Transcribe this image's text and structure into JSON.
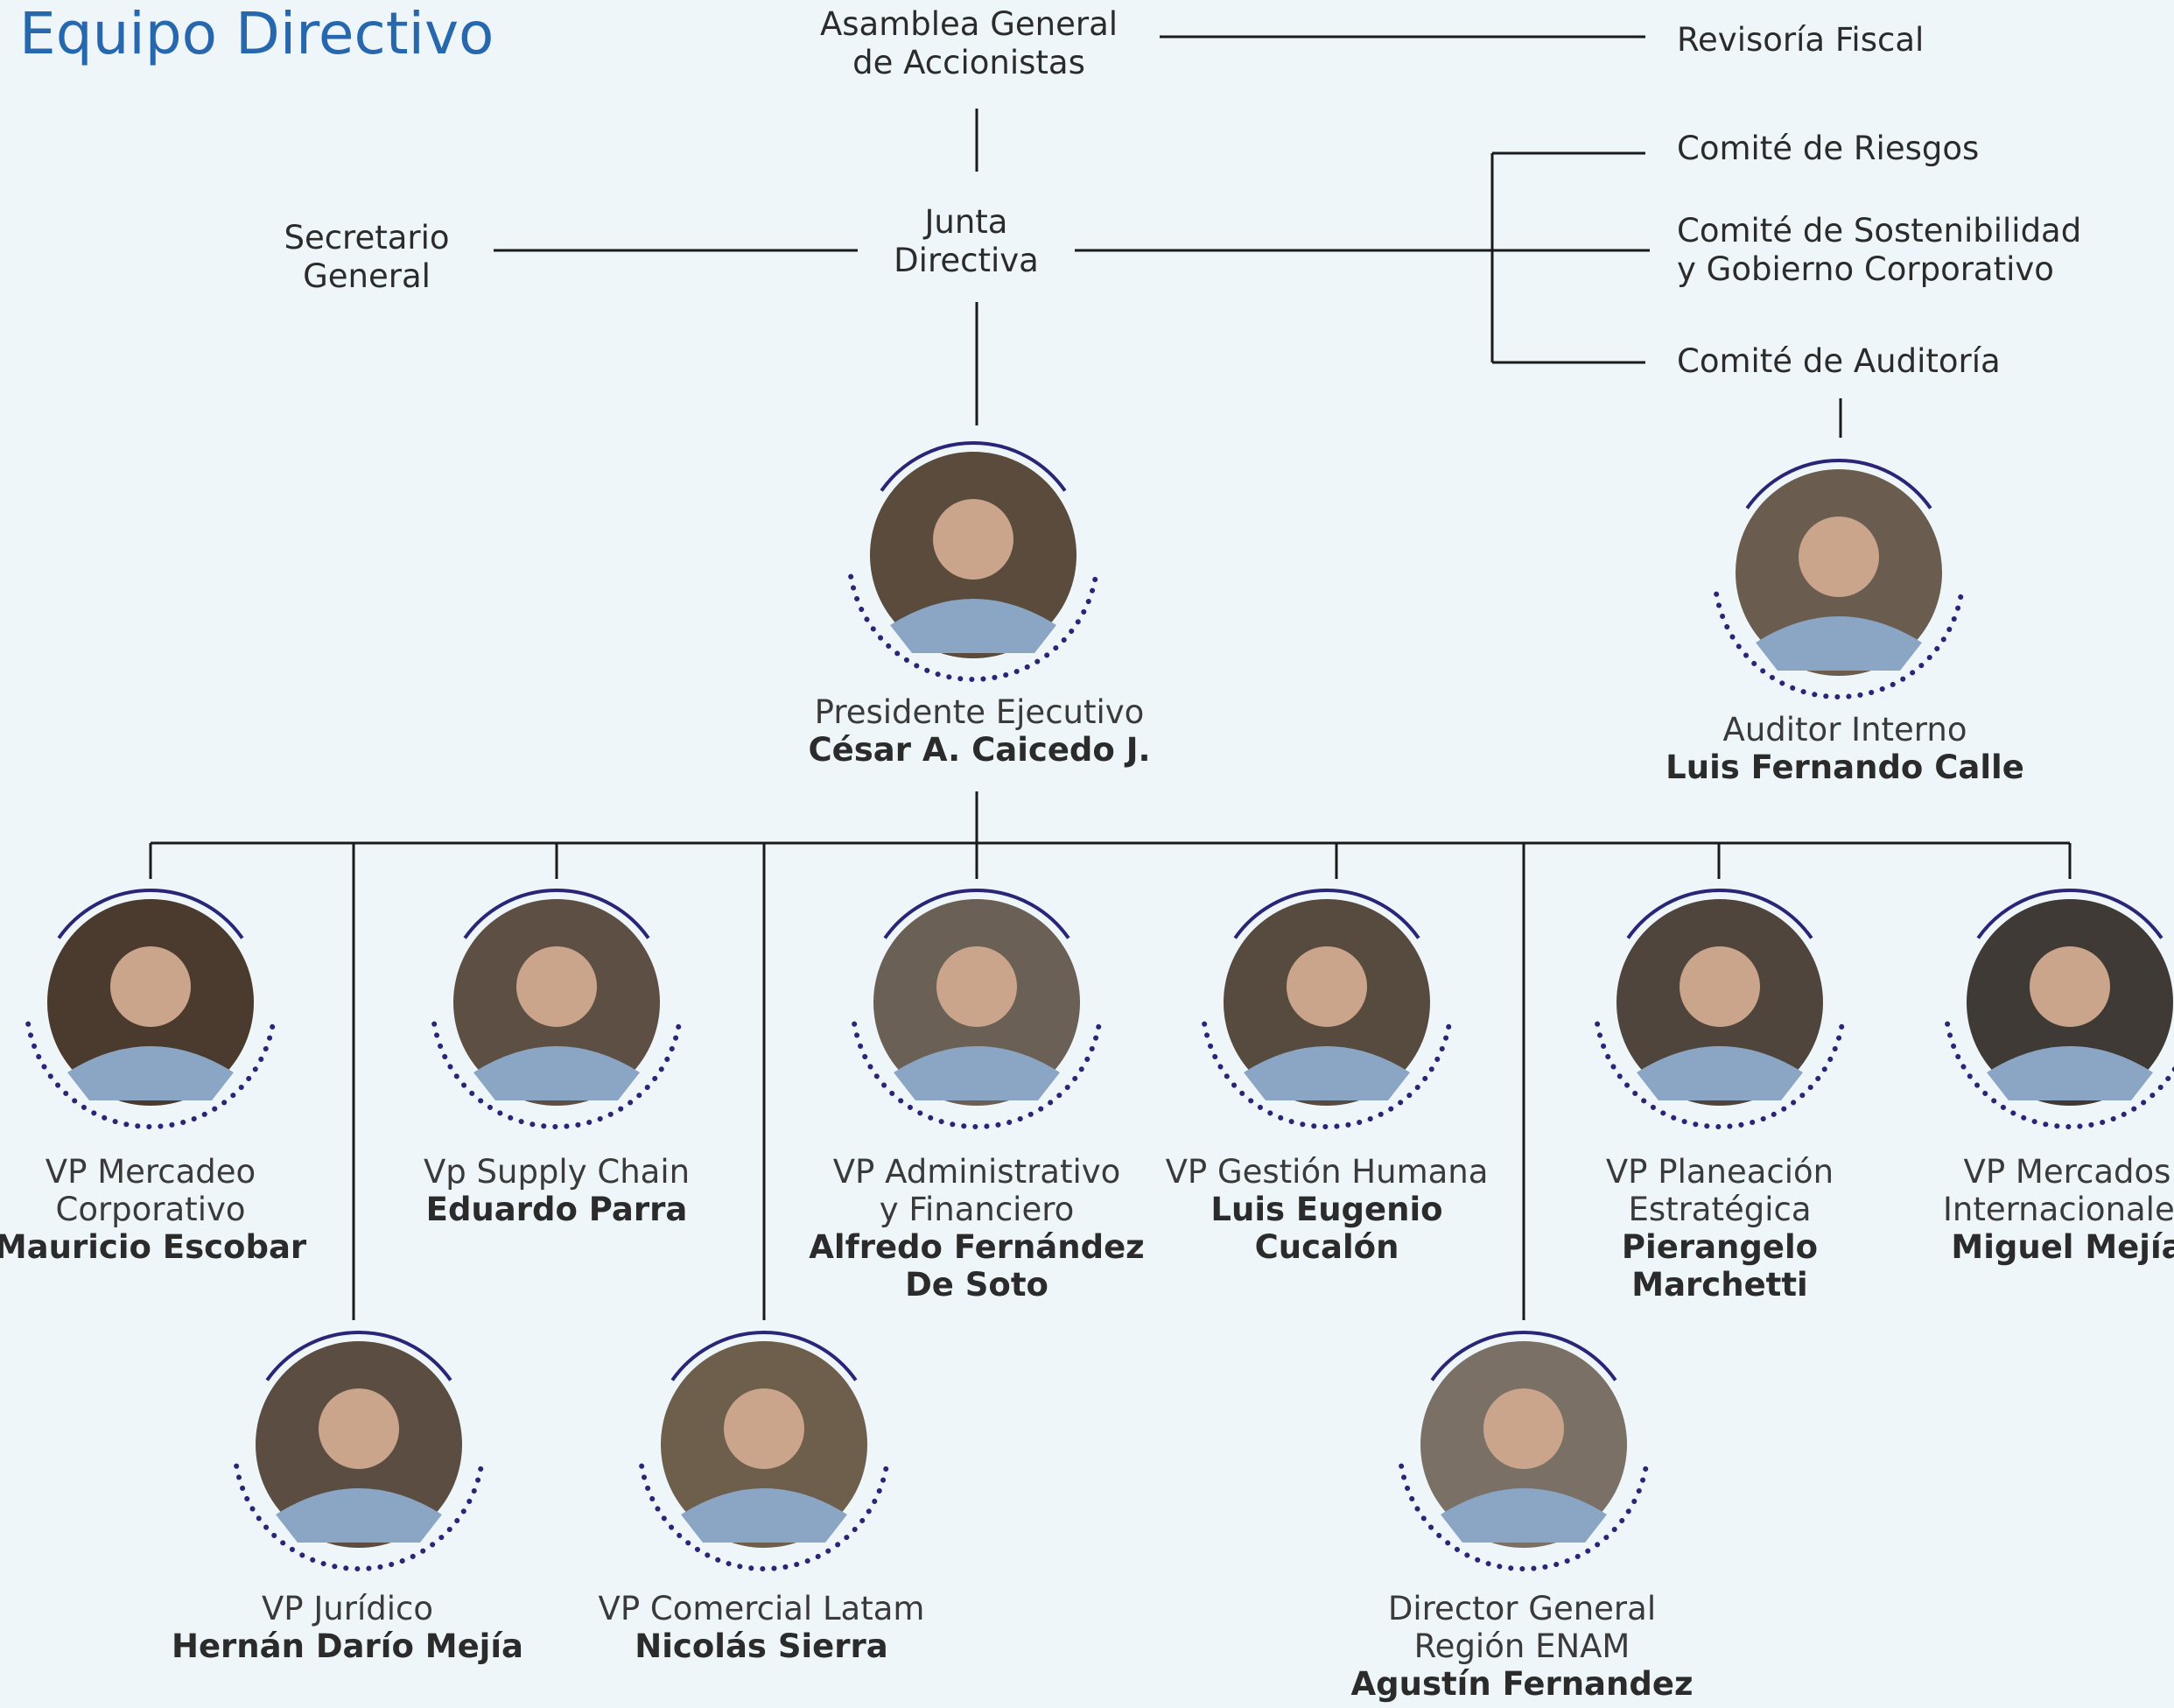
{
  "title": "Equipo Directivo",
  "governance": {
    "asamblea": [
      "Asamblea General",
      "de Accionistas"
    ],
    "revisoria": "Revisoría Fiscal",
    "junta": [
      "Junta",
      "Directiva"
    ],
    "secretario": [
      "Secretario",
      "General"
    ],
    "comite_riesgos": "Comité de Riesgos",
    "comite_sostenibilidad": [
      "Comité de Sostenibilidad",
      "y Gobierno Corporativo"
    ],
    "comite_auditoria": "Comité de Auditoría"
  },
  "presidente": {
    "role": [
      "Presidente Ejecutivo"
    ],
    "name": [
      "César A. Caicedo J."
    ]
  },
  "auditor": {
    "role": [
      "Auditor Interno"
    ],
    "name": [
      "Luis Fernando Calle"
    ]
  },
  "vps": [
    {
      "role": [
        "VP Mercadeo",
        "Corporativo"
      ],
      "name": [
        "Mauricio Escobar"
      ]
    },
    {
      "role": [
        "Vp Supply Chain"
      ],
      "name": [
        "Eduardo Parra"
      ]
    },
    {
      "role": [
        "VP Administrativo",
        "y Financiero"
      ],
      "name": [
        "Alfredo Fernández",
        "De Soto"
      ]
    },
    {
      "role": [
        "VP Gestión Humana"
      ],
      "name": [
        "Luis Eugenio",
        "Cucalón"
      ]
    },
    {
      "role": [
        "VP Planeación",
        "Estratégica"
      ],
      "name": [
        "Pierangelo",
        "Marchetti"
      ]
    },
    {
      "role": [
        "VP Mercados",
        "Internacionales"
      ],
      "name": [
        "Miguel Mejía"
      ]
    },
    {
      "role": [
        "VP Jurídico"
      ],
      "name": [
        "Hernán Darío Mejía"
      ]
    },
    {
      "role": [
        "VP Comercial Latam"
      ],
      "name": [
        "Nicolás Sierra"
      ]
    },
    {
      "role": [
        "Director General",
        "Región ENAM"
      ],
      "name": [
        "Agustín Fernandez"
      ]
    }
  ],
  "colors": {
    "title": "#2767ad",
    "arc": "#2a2677",
    "line": "#1a1a1a",
    "background": "#eef6fa"
  }
}
